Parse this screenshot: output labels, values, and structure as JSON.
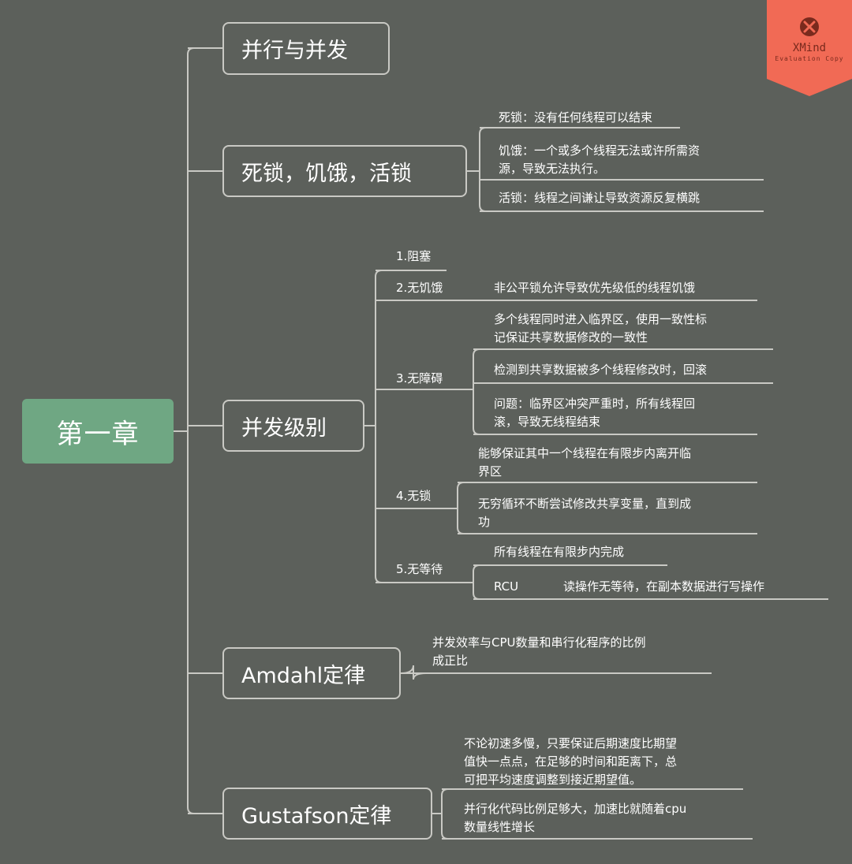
{
  "root": {
    "label": "第一章"
  },
  "topics": {
    "parallel": "并行与并发",
    "deadlock": "死锁，饥饿，活锁",
    "levels": "并发级别",
    "amdahl": "Amdahl定律",
    "gustafson": "Gustafson定律"
  },
  "deadlock_notes": {
    "deadlock": "死锁：没有任何线程可以结束",
    "starvation_1": "饥饿：一个或多个线程无法或许所需资",
    "starvation_2": "源，导致无法执行。",
    "livelock": "活锁：线程之间谦让导致资源反复横跳"
  },
  "levels": {
    "blocking": "1.阻塞",
    "starvation_free": "2.无饥饿",
    "starvation_free_note": "非公平锁允许导致优先级低的线程饥饿",
    "obstruction_free": "3.无障碍",
    "obstruction_note1_1": "多个线程同时进入临界区，使用一致性标",
    "obstruction_note1_2": "记保证共享数据修改的一致性",
    "obstruction_note2": "检测到共享数据被多个线程修改时，回滚",
    "obstruction_note3_1": "问题：临界区冲突严重时，所有线程回",
    "obstruction_note3_2": "滚，导致无线程结束",
    "lock_free": "4.无锁",
    "lock_free_note1_1": "能够保证其中一个线程在有限步内离开临",
    "lock_free_note1_2": "界区",
    "lock_free_note2_1": "无穷循环不断尝试修改共享变量，直到成",
    "lock_free_note2_2": "功",
    "wait_free": "5.无等待",
    "wait_free_note1": "所有线程在有限步内完成",
    "rcu": "RCU",
    "rcu_note": "读操作无等待，在副本数据进行写操作"
  },
  "amdahl_note": {
    "line1": "并发效率与CPU数量和串行化程序的比例",
    "line2": "成正比"
  },
  "gustafson_notes": {
    "note1_1": "不论初速多慢，只要保证后期速度比期望",
    "note1_2": "值快一点点，在足够的时间和距离下，总",
    "note1_3": "可把平均速度调整到接近期望值。",
    "note2_1": "并行化代码比例足够大，加速比就随着cpu",
    "note2_2": "数量线性增长"
  },
  "watermark": {
    "brand": "XMind",
    "caption": "Evaluation Copy",
    "icon": "close-x-icon"
  },
  "colors": {
    "background": "#5c605b",
    "root": "#6fa783",
    "line": "#c9c9c4",
    "watermark": "#f16a55"
  }
}
